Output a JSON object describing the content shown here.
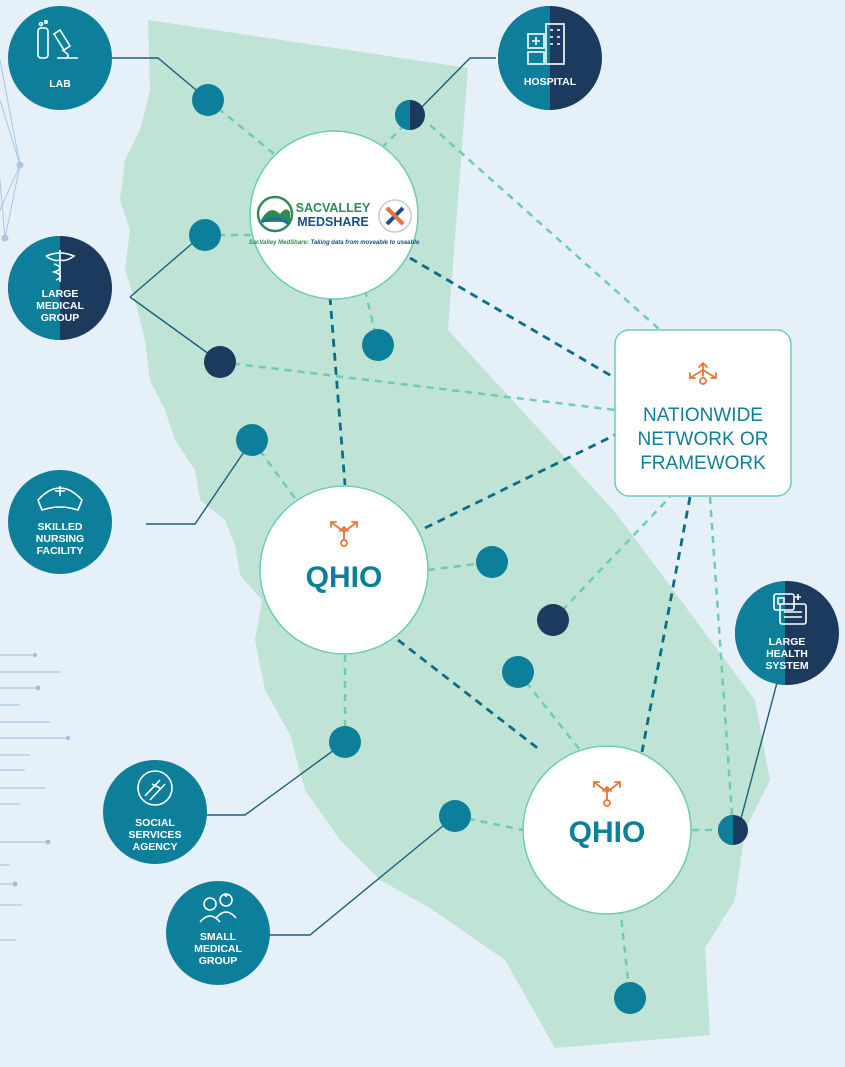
{
  "colors": {
    "background": "#e6f0f8",
    "state_fill": "#bfe4d6",
    "teal": "#0e7f9a",
    "navy": "#1c3a5e",
    "orange": "#e8763a",
    "line_light": "#6dcdb3",
    "line_dark": "#0b6e88"
  },
  "nodes": {
    "lab": {
      "label": [
        "LAB"
      ],
      "icon": "microscope-icon"
    },
    "hospital": {
      "label": [
        "HOSPITAL"
      ],
      "icon": "hospital-building-icon"
    },
    "large_medical_group": {
      "label": [
        "LARGE",
        "MEDICAL",
        "GROUP"
      ],
      "icon": "caduceus-icon"
    },
    "skilled_nursing": {
      "label": [
        "SKILLED",
        "NURSING",
        "FACILITY"
      ],
      "icon": "nurse-cap-icon"
    },
    "social_services": {
      "label": [
        "SOCIAL",
        "SERVICES",
        "AGENCY"
      ],
      "icon": "helping-hands-icon"
    },
    "small_medical_group": {
      "label": [
        "SMALL",
        "MEDICAL",
        "GROUP"
      ],
      "icon": "doctors-icon"
    },
    "large_health_system": {
      "label": [
        "LARGE",
        "HEALTH",
        "SYSTEM"
      ],
      "icon": "id-card-icon"
    }
  },
  "hubs": {
    "sacvalley": {
      "name_line1": "SACVALLEY",
      "name_line2": "MEDSHARE",
      "tagline_bold": "SacValley MedShare:",
      "tagline_rest": " Taking data from moveable to useable"
    },
    "qhio_1": {
      "label": "QHIO",
      "icon": "network-arrows-icon"
    },
    "qhio_2": {
      "label": "QHIO",
      "icon": "network-arrows-icon"
    },
    "nationwide": {
      "label": [
        "NATIONWIDE",
        "NETWORK OR",
        "FRAMEWORK"
      ],
      "icon": "network-arrows-icon"
    }
  }
}
